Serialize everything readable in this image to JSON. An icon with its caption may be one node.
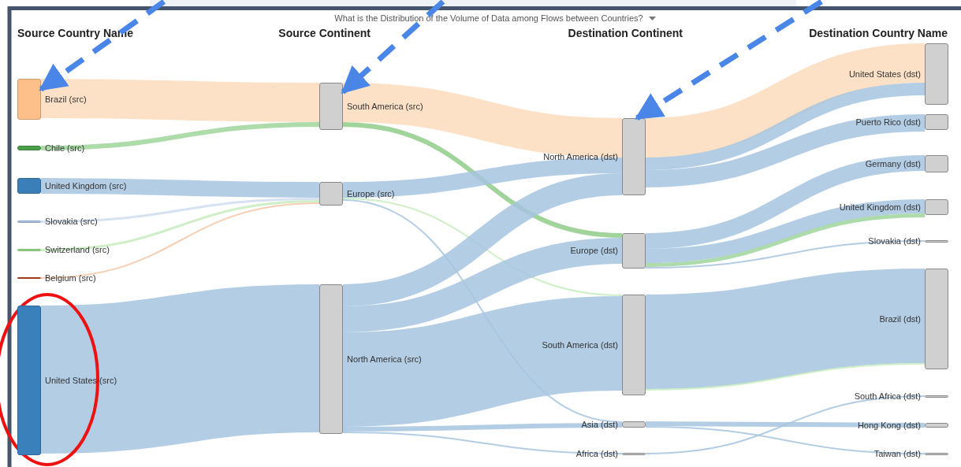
{
  "diagram": {
    "title": "What is the Distribution of the Volume of Data among Flows between Countries?",
    "nodes": [
      {
        "text": [
          "Brazil (src)"
        ]
      },
      {
        "text": [
          "Chile (src)"
        ]
      },
      {
        "text": [
          "United Kingdom (src)"
        ]
      },
      {
        "text": [
          "Slovakia (src)"
        ]
      },
      {
        "text": [
          "Switzerland (src)"
        ]
      },
      {
        "text": [
          "Belgium (src)"
        ]
      },
      {
        "text": [
          "United States (src)"
        ]
      },
      {
        "text": [
          "South America (src)"
        ]
      },
      {
        "text": [
          "Europe (src)"
        ]
      },
      {
        "text": [
          "North America (src)"
        ]
      },
      {
        "text": [
          "North America (dst)"
        ]
      },
      {
        "text": [
          "Europe (dst)"
        ]
      },
      {
        "text": [
          "South America (dst)"
        ]
      },
      {
        "text": [
          "Asia (dst)"
        ]
      },
      {
        "text": [
          "Africa (dst)"
        ]
      },
      {
        "text": [
          "United States (dst)"
        ]
      },
      {
        "text": [
          "Puerto Rico (dst)"
        ]
      },
      {
        "text": [
          "Germany (dst)"
        ]
      },
      {
        "text": [
          "United Kingdom (dst)"
        ]
      },
      {
        "text": [
          "Slovakia (dst)"
        ]
      },
      {
        "text": [
          "Brazil (dst)"
        ]
      },
      {
        "text": [
          "South Africa (dst)"
        ]
      },
      {
        "text": [
          "Hong Kong (dst)"
        ]
      },
      {
        "text": [
          "Taiwan (dst)"
        ]
      }
    ],
    "edges": [
      {
        "from": 0,
        "to": 7,
        "arrow": "none",
        "style": "thick",
        "color": "#fddcbd"
      },
      {
        "from": 1,
        "to": 7,
        "arrow": "none",
        "color": "#9fd59a"
      },
      {
        "from": 2,
        "to": 8,
        "arrow": "none",
        "style": "thick"
      },
      {
        "from": 3,
        "to": 8,
        "arrow": "none",
        "color": "#cfdcee"
      },
      {
        "from": 4,
        "to": 8,
        "arrow": "none",
        "color": "#c6ecbd"
      },
      {
        "from": 5,
        "to": 8,
        "arrow": "none",
        "color": "#f6c6a6"
      },
      {
        "from": 6,
        "to": 9,
        "arrow": "none",
        "style": "thick"
      },
      {
        "from": 7,
        "to": 10,
        "arrow": "none",
        "style": "thick",
        "color": "#fddcbd"
      },
      {
        "from": 7,
        "to": 11,
        "arrow": "none",
        "color": "#8fcd89"
      },
      {
        "from": 8,
        "to": 10,
        "arrow": "none",
        "style": "thick"
      },
      {
        "from": 8,
        "to": 12,
        "arrow": "none",
        "color": "#c6ecbd"
      },
      {
        "from": 8,
        "to": 13,
        "arrow": "none"
      },
      {
        "from": 9,
        "to": 10,
        "arrow": "none",
        "style": "thick"
      },
      {
        "from": 9,
        "to": 11,
        "arrow": "none",
        "style": "thick"
      },
      {
        "from": 9,
        "to": 12,
        "arrow": "none",
        "style": "thick"
      },
      {
        "from": 9,
        "to": 13,
        "arrow": "none"
      },
      {
        "from": 9,
        "to": 14,
        "arrow": "none"
      },
      {
        "from": 10,
        "to": 15,
        "arrow": "none",
        "style": "thick",
        "color": "#fddcbd"
      },
      {
        "from": 10,
        "to": 15,
        "arrow": "none",
        "style": "thick"
      },
      {
        "from": 10,
        "to": 16,
        "arrow": "none",
        "style": "thick"
      },
      {
        "from": 11,
        "to": 17,
        "arrow": "none",
        "style": "thick"
      },
      {
        "from": 11,
        "to": 18,
        "arrow": "none",
        "style": "thick"
      },
      {
        "from": 11,
        "to": 18,
        "arrow": "none",
        "color": "#9fd59a"
      },
      {
        "from": 11,
        "to": 19,
        "arrow": "none"
      },
      {
        "from": 12,
        "to": 20,
        "arrow": "none",
        "style": "thick"
      },
      {
        "from": 12,
        "to": 20,
        "arrow": "none",
        "color": "#c6ecbd"
      },
      {
        "from": 13,
        "to": 22,
        "arrow": "none"
      },
      {
        "from": 13,
        "to": 23,
        "arrow": "none"
      },
      {
        "from": 14,
        "to": 21,
        "arrow": "none"
      },
      {
        "from": null,
        "to": 0,
        "arrow": "to",
        "style": "dashed",
        "color": "#4a86e8"
      },
      {
        "from": null,
        "to": 7,
        "arrow": "to",
        "style": "dashed",
        "color": "#4a86e8"
      },
      {
        "from": null,
        "to": 10,
        "arrow": "to",
        "style": "dashed",
        "color": "#4a86e8"
      }
    ],
    "labels": [
      "Source Country Name",
      "Source Continent",
      "Destination Continent",
      "Destination Country Name"
    ]
  }
}
